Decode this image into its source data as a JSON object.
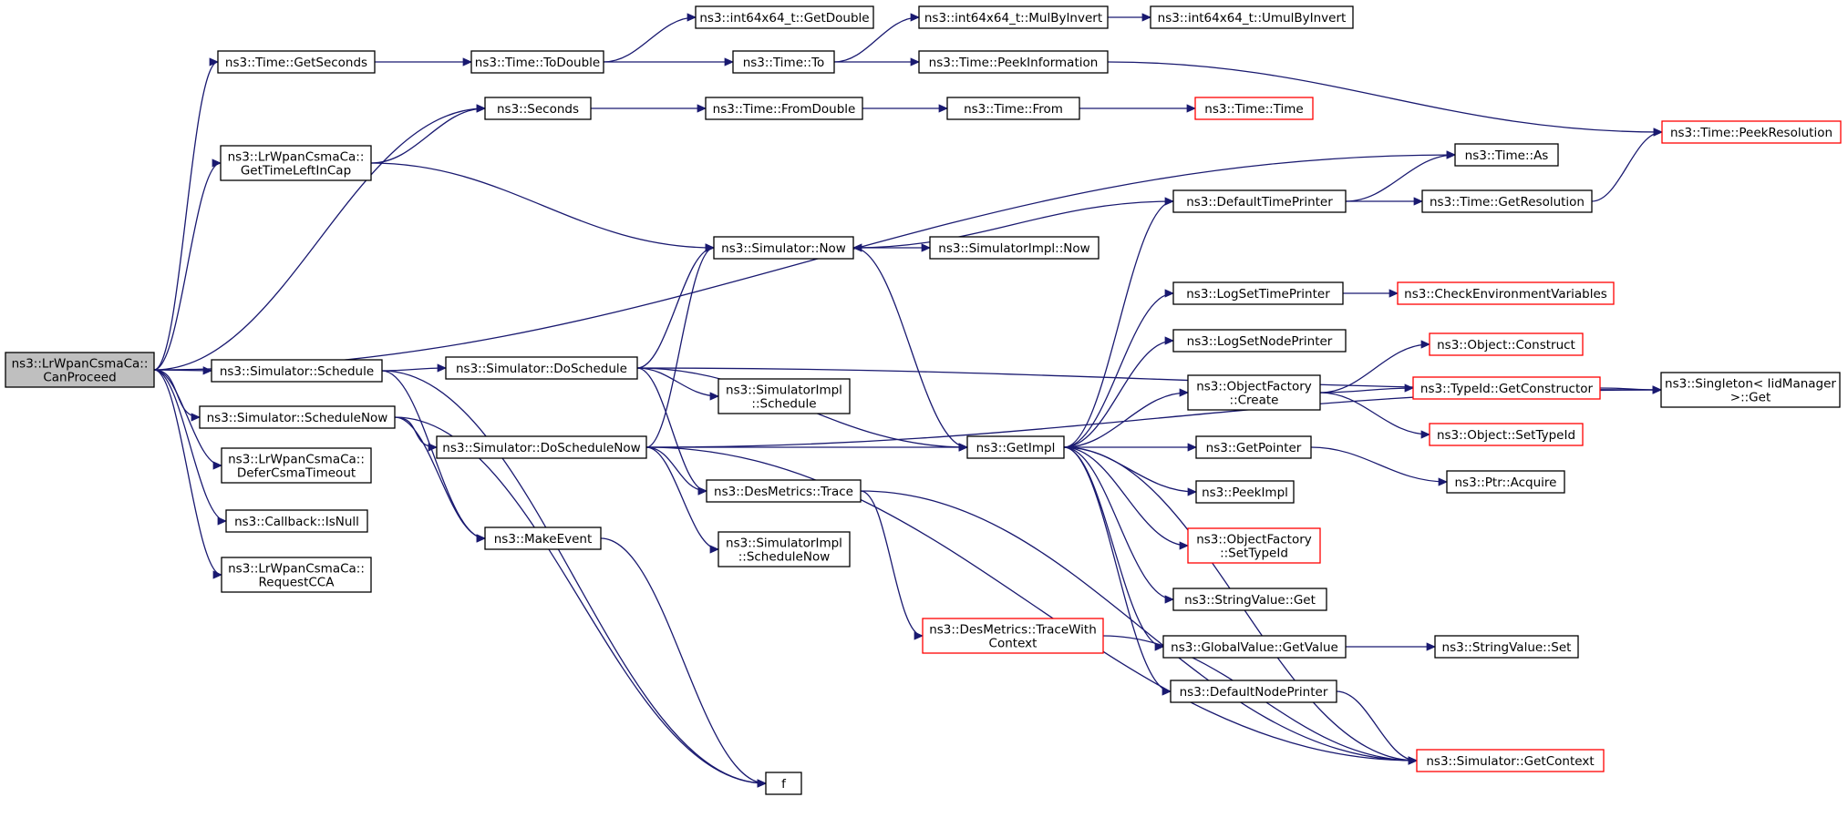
{
  "graph": {
    "title": "",
    "edge_color": "#191970",
    "node_border_color": "#000000",
    "truncated_node_border_color": "#ff0000",
    "root_fill_color": "#bfbfbf",
    "nodes": [
      {
        "id": "root",
        "lines": [
          "ns3::LrWpanCsmaCa::",
          "CanProceed"
        ],
        "style": "root"
      },
      {
        "id": "getseconds",
        "lines": [
          "ns3::Time::GetSeconds"
        ],
        "style": "normal"
      },
      {
        "id": "gettimeleft",
        "lines": [
          "ns3::LrWpanCsmaCa::",
          "GetTimeLeftInCap"
        ],
        "style": "normal"
      },
      {
        "id": "schedule",
        "lines": [
          "ns3::Simulator::Schedule"
        ],
        "style": "normal"
      },
      {
        "id": "schedulenow",
        "lines": [
          "ns3::Simulator::ScheduleNow"
        ],
        "style": "normal"
      },
      {
        "id": "defer",
        "lines": [
          "ns3::LrWpanCsmaCa::",
          "DeferCsmaTimeout"
        ],
        "style": "normal"
      },
      {
        "id": "isnull",
        "lines": [
          "ns3::Callback::IsNull"
        ],
        "style": "normal"
      },
      {
        "id": "requestcca",
        "lines": [
          "ns3::LrWpanCsmaCa::",
          "RequestCCA"
        ],
        "style": "normal"
      },
      {
        "id": "todouble",
        "lines": [
          "ns3::Time::ToDouble"
        ],
        "style": "normal"
      },
      {
        "id": "seconds",
        "lines": [
          "ns3::Seconds"
        ],
        "style": "normal"
      },
      {
        "id": "doschedule",
        "lines": [
          "ns3::Simulator::DoSchedule"
        ],
        "style": "normal"
      },
      {
        "id": "doschedulenow",
        "lines": [
          "ns3::Simulator::DoScheduleNow"
        ],
        "style": "normal"
      },
      {
        "id": "makeevent",
        "lines": [
          "ns3::MakeEvent"
        ],
        "style": "normal"
      },
      {
        "id": "f",
        "lines": [
          "f"
        ],
        "style": "normal"
      },
      {
        "id": "getdouble",
        "lines": [
          "ns3::int64x64_t::GetDouble"
        ],
        "style": "normal"
      },
      {
        "id": "to",
        "lines": [
          "ns3::Time::To"
        ],
        "style": "normal"
      },
      {
        "id": "fromdouble",
        "lines": [
          "ns3::Time::FromDouble"
        ],
        "style": "normal"
      },
      {
        "id": "simnow",
        "lines": [
          "ns3::Simulator::Now"
        ],
        "style": "normal"
      },
      {
        "id": "implschedule",
        "lines": [
          "ns3::SimulatorImpl",
          "::Schedule"
        ],
        "style": "normal"
      },
      {
        "id": "destrace",
        "lines": [
          "ns3::DesMetrics::Trace"
        ],
        "style": "normal"
      },
      {
        "id": "implschedulenow",
        "lines": [
          "ns3::SimulatorImpl",
          "::ScheduleNow"
        ],
        "style": "normal"
      },
      {
        "id": "tracewithcontext",
        "lines": [
          "ns3::DesMetrics::TraceWith",
          "Context"
        ],
        "style": "red"
      },
      {
        "id": "mulbyinvert",
        "lines": [
          "ns3::int64x64_t::MulByInvert"
        ],
        "style": "normal"
      },
      {
        "id": "peekinfo",
        "lines": [
          "ns3::Time::PeekInformation"
        ],
        "style": "normal"
      },
      {
        "id": "from",
        "lines": [
          "ns3::Time::From"
        ],
        "style": "normal"
      },
      {
        "id": "implnow",
        "lines": [
          "ns3::SimulatorImpl::Now"
        ],
        "style": "normal"
      },
      {
        "id": "getimpl",
        "lines": [
          "ns3::GetImpl"
        ],
        "style": "normal"
      },
      {
        "id": "umulbyinvert",
        "lines": [
          "ns3::int64x64_t::UmulByInvert"
        ],
        "style": "normal"
      },
      {
        "id": "timetime",
        "lines": [
          "ns3::Time::Time"
        ],
        "style": "red"
      },
      {
        "id": "defaulttimeprinter",
        "lines": [
          "ns3::DefaultTimePrinter"
        ],
        "style": "normal"
      },
      {
        "id": "logsettimeprinter",
        "lines": [
          "ns3::LogSetTimePrinter"
        ],
        "style": "normal"
      },
      {
        "id": "logsetnodeprinter",
        "lines": [
          "ns3::LogSetNodePrinter"
        ],
        "style": "normal"
      },
      {
        "id": "objfactcreate",
        "lines": [
          "ns3::ObjectFactory",
          "::Create"
        ],
        "style": "normal"
      },
      {
        "id": "getpointer",
        "lines": [
          "ns3::GetPointer"
        ],
        "style": "normal"
      },
      {
        "id": "peekimpl",
        "lines": [
          "ns3::PeekImpl"
        ],
        "style": "normal"
      },
      {
        "id": "objfactsettypeid",
        "lines": [
          "ns3::ObjectFactory",
          "::SetTypeId"
        ],
        "style": "red"
      },
      {
        "id": "stringvalueget",
        "lines": [
          "ns3::StringValue::Get"
        ],
        "style": "normal"
      },
      {
        "id": "globalvaluegetvalue",
        "lines": [
          "ns3::GlobalValue::GetValue"
        ],
        "style": "normal"
      },
      {
        "id": "defaultnodeprinter",
        "lines": [
          "ns3::DefaultNodePrinter"
        ],
        "style": "normal"
      },
      {
        "id": "timeas",
        "lines": [
          "ns3::Time::As"
        ],
        "style": "normal"
      },
      {
        "id": "getresolution",
        "lines": [
          "ns3::Time::GetResolution"
        ],
        "style": "normal"
      },
      {
        "id": "checkenv",
        "lines": [
          "ns3::CheckEnvironmentVariables"
        ],
        "style": "red"
      },
      {
        "id": "objconstruct",
        "lines": [
          "ns3::Object::Construct"
        ],
        "style": "red"
      },
      {
        "id": "getconstructor",
        "lines": [
          "ns3::TypeId::GetConstructor"
        ],
        "style": "red"
      },
      {
        "id": "objsettypeid",
        "lines": [
          "ns3::Object::SetTypeId"
        ],
        "style": "red"
      },
      {
        "id": "ptracquire",
        "lines": [
          "ns3::Ptr::Acquire"
        ],
        "style": "normal"
      },
      {
        "id": "stringvalueset",
        "lines": [
          "ns3::StringValue::Set"
        ],
        "style": "normal"
      },
      {
        "id": "getcontext",
        "lines": [
          "ns3::Simulator::GetContext"
        ],
        "style": "red"
      },
      {
        "id": "peekresolution",
        "lines": [
          "ns3::Time::PeekResolution"
        ],
        "style": "red"
      },
      {
        "id": "singletonget",
        "lines": [
          "ns3::Singleton< IidManager",
          ">::Get"
        ],
        "style": "normal"
      }
    ],
    "edges": [
      [
        "root",
        "getseconds"
      ],
      [
        "root",
        "seconds"
      ],
      [
        "root",
        "gettimeleft"
      ],
      [
        "root",
        "timeas"
      ],
      [
        "root",
        "schedule"
      ],
      [
        "root",
        "schedulenow"
      ],
      [
        "root",
        "defer"
      ],
      [
        "root",
        "isnull"
      ],
      [
        "root",
        "requestcca"
      ],
      [
        "getseconds",
        "todouble"
      ],
      [
        "todouble",
        "getdouble"
      ],
      [
        "todouble",
        "to"
      ],
      [
        "to",
        "mulbyinvert"
      ],
      [
        "to",
        "peekinfo"
      ],
      [
        "mulbyinvert",
        "umulbyinvert"
      ],
      [
        "peekinfo",
        "peekresolution"
      ],
      [
        "gettimeleft",
        "seconds"
      ],
      [
        "gettimeleft",
        "simnow"
      ],
      [
        "seconds",
        "fromdouble"
      ],
      [
        "fromdouble",
        "from"
      ],
      [
        "from",
        "timetime"
      ],
      [
        "schedule",
        "doschedule"
      ],
      [
        "schedule",
        "makeevent"
      ],
      [
        "schedule",
        "f"
      ],
      [
        "schedulenow",
        "doschedulenow"
      ],
      [
        "schedulenow",
        "makeevent"
      ],
      [
        "schedulenow",
        "f"
      ],
      [
        "doschedule",
        "simnow"
      ],
      [
        "doschedule",
        "getimpl"
      ],
      [
        "doschedule",
        "implschedule"
      ],
      [
        "doschedule",
        "destrace"
      ],
      [
        "doschedule",
        "singletonget"
      ],
      [
        "doschedulenow",
        "simnow"
      ],
      [
        "doschedulenow",
        "getimpl"
      ],
      [
        "doschedulenow",
        "destrace"
      ],
      [
        "doschedulenow",
        "implschedulenow"
      ],
      [
        "doschedulenow",
        "getcontext"
      ],
      [
        "doschedulenow",
        "singletonget"
      ],
      [
        "makeevent",
        "f"
      ],
      [
        "simnow",
        "implnow"
      ],
      [
        "simnow",
        "getimpl"
      ],
      [
        "destrace",
        "tracewithcontext"
      ],
      [
        "destrace",
        "getcontext"
      ],
      [
        "tracewithcontext",
        "getcontext"
      ],
      [
        "getimpl",
        "defaulttimeprinter"
      ],
      [
        "getimpl",
        "logsettimeprinter"
      ],
      [
        "getimpl",
        "logsetnodeprinter"
      ],
      [
        "getimpl",
        "objfactcreate"
      ],
      [
        "getimpl",
        "getpointer"
      ],
      [
        "getimpl",
        "peekimpl"
      ],
      [
        "getimpl",
        "objfactsettypeid"
      ],
      [
        "getimpl",
        "stringvalueget"
      ],
      [
        "getimpl",
        "globalvaluegetvalue"
      ],
      [
        "getimpl",
        "defaultnodeprinter"
      ],
      [
        "getimpl",
        "getcontext"
      ],
      [
        "defaulttimeprinter",
        "simnow"
      ],
      [
        "defaulttimeprinter",
        "timeas"
      ],
      [
        "defaulttimeprinter",
        "getresolution"
      ],
      [
        "getresolution",
        "peekresolution"
      ],
      [
        "logsettimeprinter",
        "checkenv"
      ],
      [
        "objfactcreate",
        "objconstruct"
      ],
      [
        "objfactcreate",
        "getconstructor"
      ],
      [
        "objfactcreate",
        "objsettypeid"
      ],
      [
        "getconstructor",
        "singletonget"
      ],
      [
        "getpointer",
        "ptracquire"
      ],
      [
        "globalvaluegetvalue",
        "stringvalueset"
      ],
      [
        "defaultnodeprinter",
        "getcontext"
      ]
    ]
  }
}
